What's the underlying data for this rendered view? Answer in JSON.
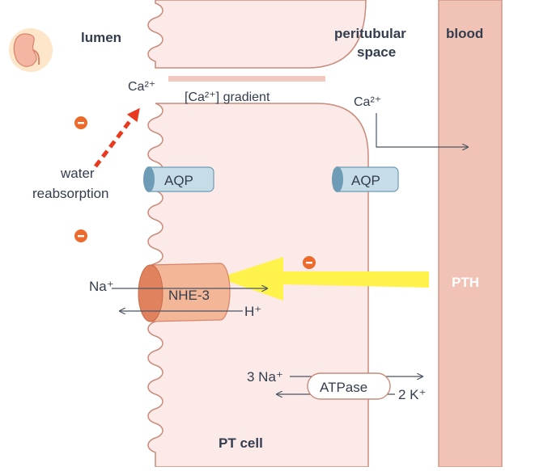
{
  "labels": {
    "lumen": "lumen",
    "peritubular_line1": "peritubular",
    "peritubular_line2": "space",
    "blood": "blood",
    "ca_lumen": "Ca²⁺",
    "ca_gradient": "[Ca²⁺] gradient",
    "ca_space": "Ca²⁺",
    "water_line1": "water",
    "water_line2": "reabsorption",
    "aqp_left": "AQP",
    "aqp_right": "AQP",
    "na": "Na⁺",
    "nhe3": "NHE-3",
    "h": "H⁺",
    "pth": "PTH",
    "three_na": "3 Na⁺",
    "atpase": "ATPase",
    "two_k": "2 K⁺",
    "pt_cell": "PT cell"
  },
  "symbols": {
    "minus": "−"
  },
  "colors": {
    "cell_fill": "#fbeae8",
    "cell_stroke": "#c98a7a",
    "blood_fill": "#f1c3b6",
    "blood_stroke": "#d49685",
    "gradient_bar": "#f3c9bf",
    "aqp_fill": "#c6dde8",
    "aqp_cap": "#6e9bb5",
    "nhe_body": "#f3b697",
    "nhe_cap": "#e0825e",
    "pth_arrow": "#fff24a",
    "red_arrow": "#e83a1e",
    "minus_badge": "#ec6a2c",
    "text_dark": "#333d4d",
    "arrow_line": "#4b5563"
  },
  "icons": {
    "kidney": "kidney-icon"
  }
}
